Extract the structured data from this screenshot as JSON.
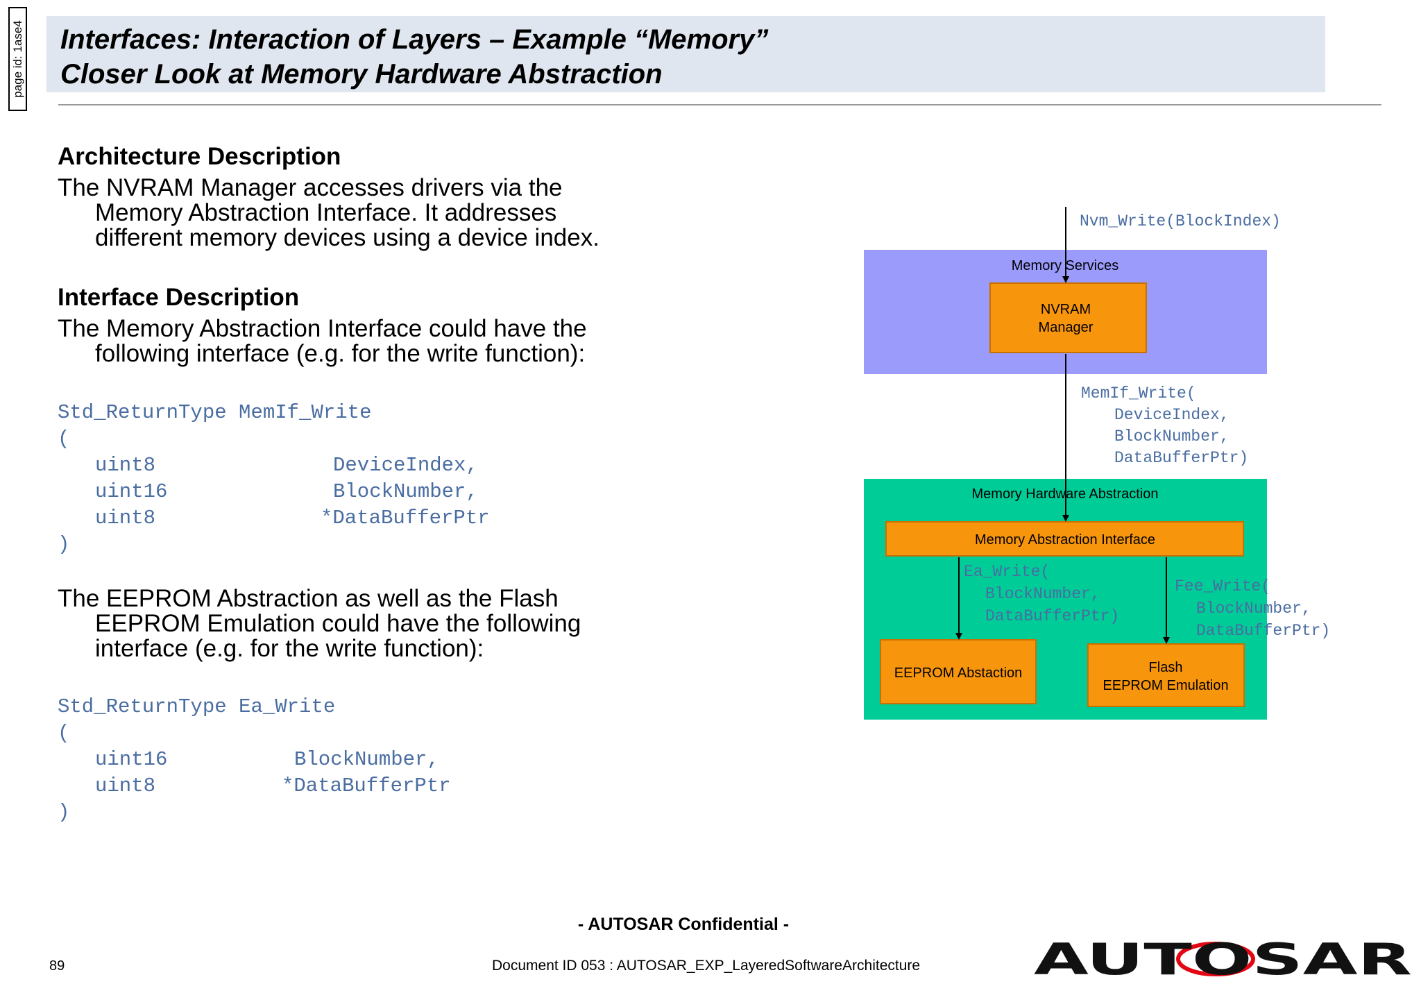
{
  "page_id": "page id: 1ase4",
  "header": {
    "title_line1": "Interfaces: Interaction of Layers – Example “Memory”",
    "title_line2": "Closer Look at Memory Hardware Abstraction"
  },
  "architecture": {
    "heading": "Architecture Description",
    "line1": "The NVRAM Manager accesses drivers via the",
    "line2": "Memory Abstraction Interface. It addresses",
    "line3": "different memory devices using a device index."
  },
  "interface": {
    "heading": "Interface Description",
    "line1": "The Memory Abstraction Interface could have the",
    "line2": "following interface (e.g. for the write function):"
  },
  "memif_code": {
    "signature": "Std_ReturnType MemIf_Write",
    "open": "(",
    "params": [
      {
        "type": "uint8",
        "name": "DeviceIndex,"
      },
      {
        "type": "uint16",
        "name": "BlockNumber,"
      },
      {
        "type": "uint8",
        "name": "*DataBufferPtr"
      }
    ],
    "close": ")"
  },
  "eeprom_text": {
    "line1": "The EEPROM Abstraction as well as the Flash",
    "line2": "EEPROM Emulation could have the following",
    "line3": "interface (e.g. for the write function):"
  },
  "ea_code": {
    "signature": "Std_ReturnType Ea_Write",
    "open": "(",
    "params": [
      {
        "type": "uint16",
        "name": "BlockNumber,"
      },
      {
        "type": "uint8",
        "name": "*DataBufferPtr"
      }
    ],
    "close": ")"
  },
  "diagram": {
    "nvm_call": "Nvm_Write(BlockIndex)",
    "memory_services_label": "Memory Services",
    "nvram_box_line1": "NVRAM",
    "nvram_box_line2": "Manager",
    "memif_call": [
      "MemIf_Write(",
      "DeviceIndex,",
      "BlockNumber,",
      "DataBufferPtr)"
    ],
    "hw_abstraction_label": "Memory Hardware Abstraction",
    "mai_box": "Memory Abstraction Interface",
    "ea_call": [
      "Ea_Write(",
      "BlockNumber,",
      "DataBufferPtr)"
    ],
    "fee_call": [
      "Fee_Write(",
      "BlockNumber,",
      "DataBufferPtr)"
    ],
    "eeprom_box": "EEPROM Abstaction",
    "flash_box_line1": "Flash",
    "flash_box_line2": "EEPROM Emulation",
    "colors": {
      "services_bg": "#9a9bfa",
      "hw_bg": "#00cc98",
      "box_fill": "#f7950d",
      "code_text": "#4a6da1"
    }
  },
  "footer": {
    "confidential": "- AUTOSAR Confidential -",
    "page_number": "89",
    "document_id": "Document ID 053 : AUTOSAR_EXP_LayeredSoftwareArchitecture",
    "logo_text": "AUTOSAR"
  }
}
